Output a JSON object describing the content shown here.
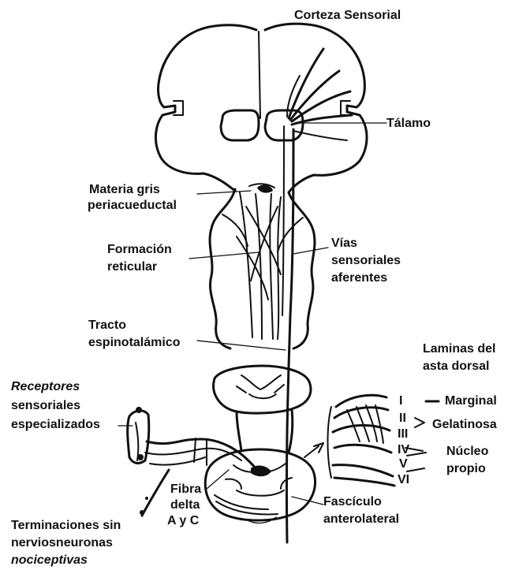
{
  "labels": {
    "corteza": "Corteza Sensorial",
    "talamo": "Tálamo",
    "materia_1": "Materia gris",
    "materia_2": "periacueductal",
    "formacion_1": "Formación",
    "formacion_2": "reticular",
    "vias_1": "Vías",
    "vias_2": "sensoriales",
    "vias_3": "aferentes",
    "tracto_1": "Tracto",
    "tracto_2": "espinotalámico",
    "laminas_1": "Laminas del",
    "laminas_2": "asta dorsal",
    "receptores_1": "Receptores",
    "receptores_2": "sensoriales",
    "receptores_3": "especializados",
    "lamina_I": "I",
    "lamina_II": "II",
    "lamina_III": "III",
    "lamina_IV": "IV",
    "lamina_V": "V",
    "lamina_VI": "VI",
    "marginal": "Marginal",
    "gelatinosa": "Gelatinosa",
    "nucleo_1": "Núcleo",
    "nucleo_2": "propio",
    "fibra_1": "Fibra",
    "fibra_2": "delta",
    "fibra_3": "A y C",
    "fasciculo_1": "Fascículo",
    "fasciculo_2": "anterolateral",
    "terminaciones_1": "Terminaciones sin",
    "terminaciones_2": "nerviosneuronas",
    "terminaciones_3": "nociceptivas"
  }
}
